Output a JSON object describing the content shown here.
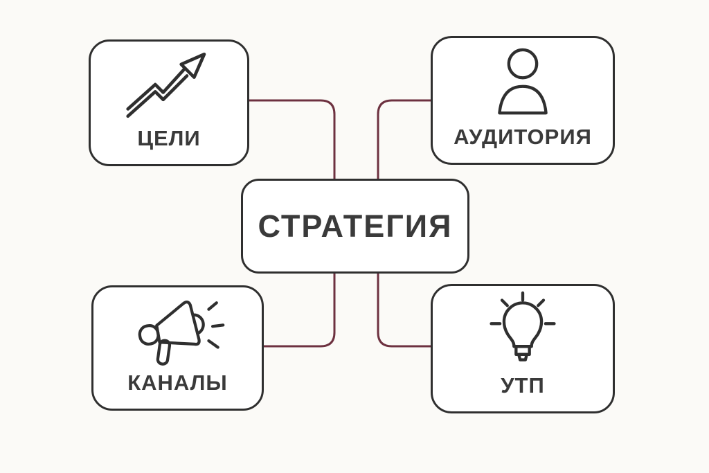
{
  "diagram": {
    "center": {
      "label": "СТРАТЕГИЯ"
    },
    "nodes": [
      {
        "id": "goals",
        "label": "ЦЕЛИ",
        "icon": "trend-up-arrow-icon",
        "position": "top-left"
      },
      {
        "id": "audience",
        "label": "АУДИТОРИЯ",
        "icon": "person-icon",
        "position": "top-right"
      },
      {
        "id": "channels",
        "label": "КАНАЛЫ",
        "icon": "megaphone-icon",
        "position": "bottom-left"
      },
      {
        "id": "usp",
        "label": "УТП",
        "icon": "lightbulb-icon",
        "position": "bottom-right"
      }
    ],
    "colors": {
      "background": "#fbfaf7",
      "box_fill": "#ffffff",
      "box_border": "#2f2f2f",
      "text": "#3a3a3a",
      "connector": "#6d3140"
    }
  }
}
